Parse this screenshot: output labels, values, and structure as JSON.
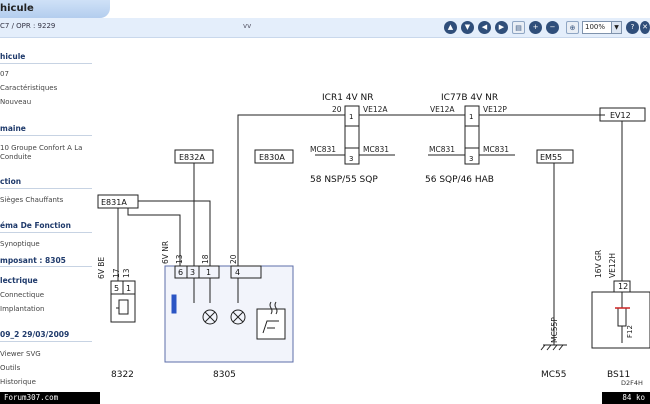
{
  "window": {
    "title": "hicule",
    "breadcrumb": "C7 / OPR : 9229",
    "version_text": "vv",
    "zoom_level": "100%"
  },
  "toolbar": {
    "buttons": [
      {
        "name": "up-icon",
        "glyph": "▲"
      },
      {
        "name": "down-icon",
        "glyph": "▼"
      },
      {
        "name": "left-icon",
        "glyph": "◀"
      },
      {
        "name": "right-icon",
        "glyph": "▶"
      },
      {
        "name": "print-icon",
        "glyph": "▤"
      },
      {
        "name": "zoom-in-icon",
        "glyph": "+"
      },
      {
        "name": "zoom-out-icon",
        "glyph": "−"
      },
      {
        "name": "magnifier-icon",
        "glyph": "⊕"
      },
      {
        "name": "help-icon",
        "glyph": "?"
      },
      {
        "name": "close-icon",
        "glyph": "✕"
      }
    ]
  },
  "sidebar": {
    "sections": [
      {
        "title": "hicule",
        "items": [
          "07",
          "Caractéristiques",
          "Nouveau"
        ]
      },
      {
        "title": "maine",
        "items": [
          "10 Groupe Confort A La",
          "Conduite"
        ]
      },
      {
        "title": "ction",
        "items": [
          "Sièges Chauffants"
        ]
      },
      {
        "title": "éma De Fonction",
        "items": [
          "Synoptique"
        ]
      },
      {
        "title": "mposant : 8305",
        "items": []
      },
      {
        "title": "lectrique",
        "items": [
          "Connectique",
          "Implantation"
        ]
      },
      {
        "title": "09_2 29/03/2009",
        "items": [
          "Viewer SVG",
          "Outils",
          "Historique"
        ]
      }
    ]
  },
  "diagram": {
    "connectors": [
      {
        "id": "ic1",
        "title": "ICR1  4V  NR",
        "pin1": "1",
        "pin3": "3",
        "left_wire": "MC831",
        "right_wire": "MC831",
        "top_left": "20",
        "top_right": "VE12A",
        "caption": "58 NSP/55 SQP"
      },
      {
        "id": "ic2",
        "title": "IC77B  4V  NR",
        "pin1": "1",
        "pin3": "3",
        "left_wire": "MC831",
        "right_wire": "MC831",
        "top_left": "VE12A",
        "top_right": "VE12P",
        "caption": "56 SQP/46 HAB"
      }
    ],
    "ground_labels": {
      "e832a": "E832A",
      "e830a": "E830A",
      "e831a": "E831A",
      "em55": "EM55",
      "ev12": "EV12"
    },
    "comp_8322": {
      "label": "8322",
      "wire_a": "6V  BE",
      "wire_b_num": "17",
      "wire_c_num": "13",
      "pins": [
        "5",
        "1"
      ]
    },
    "comp_8305": {
      "label": "8305",
      "wire_a": "6V  NR",
      "wire_nums": [
        "13",
        "18",
        "20"
      ],
      "pins": [
        "6",
        "3",
        "1",
        "4"
      ]
    },
    "comp_mc55": {
      "label": "MC55",
      "wire": "MC55P"
    },
    "comp_bs11": {
      "label": "BS11",
      "wire_a": "16V  GR",
      "wire_b": "VE12H",
      "pin": "12",
      "fuse": "F12"
    },
    "corner_code": "D2F4H"
  },
  "status": {
    "left": "Forum307.com",
    "right": "84 ko"
  }
}
